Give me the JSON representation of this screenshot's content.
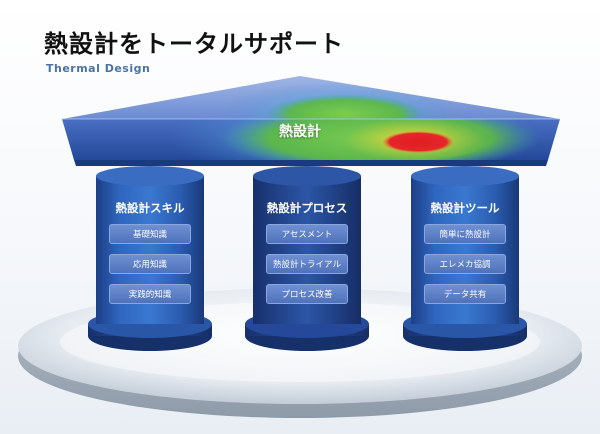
{
  "header": {
    "title": "熱設計をトータルサポート",
    "subtitle": "Thermal Design"
  },
  "roof": {
    "label": "熱設計"
  },
  "pillars": [
    {
      "title": "熱設計スキル",
      "items": [
        "基礎知識",
        "応用知識",
        "実践的知識"
      ]
    },
    {
      "title": "熱設計プロセス",
      "items": [
        "アセスメント",
        "熱設計トライアル",
        "プロセス改善"
      ]
    },
    {
      "title": "熱設計ツール",
      "items": [
        "簡単に熱設計",
        "エレメカ協調",
        "データ共有"
      ]
    }
  ],
  "colors": {
    "pillar_blue": "#2f5fb0",
    "roof_blue": "#3f63b8",
    "heat_green": "#6cc04a",
    "heat_yellow": "#f2d23a",
    "heat_red": "#e4262a",
    "base_gray": "#c9d2dc"
  }
}
